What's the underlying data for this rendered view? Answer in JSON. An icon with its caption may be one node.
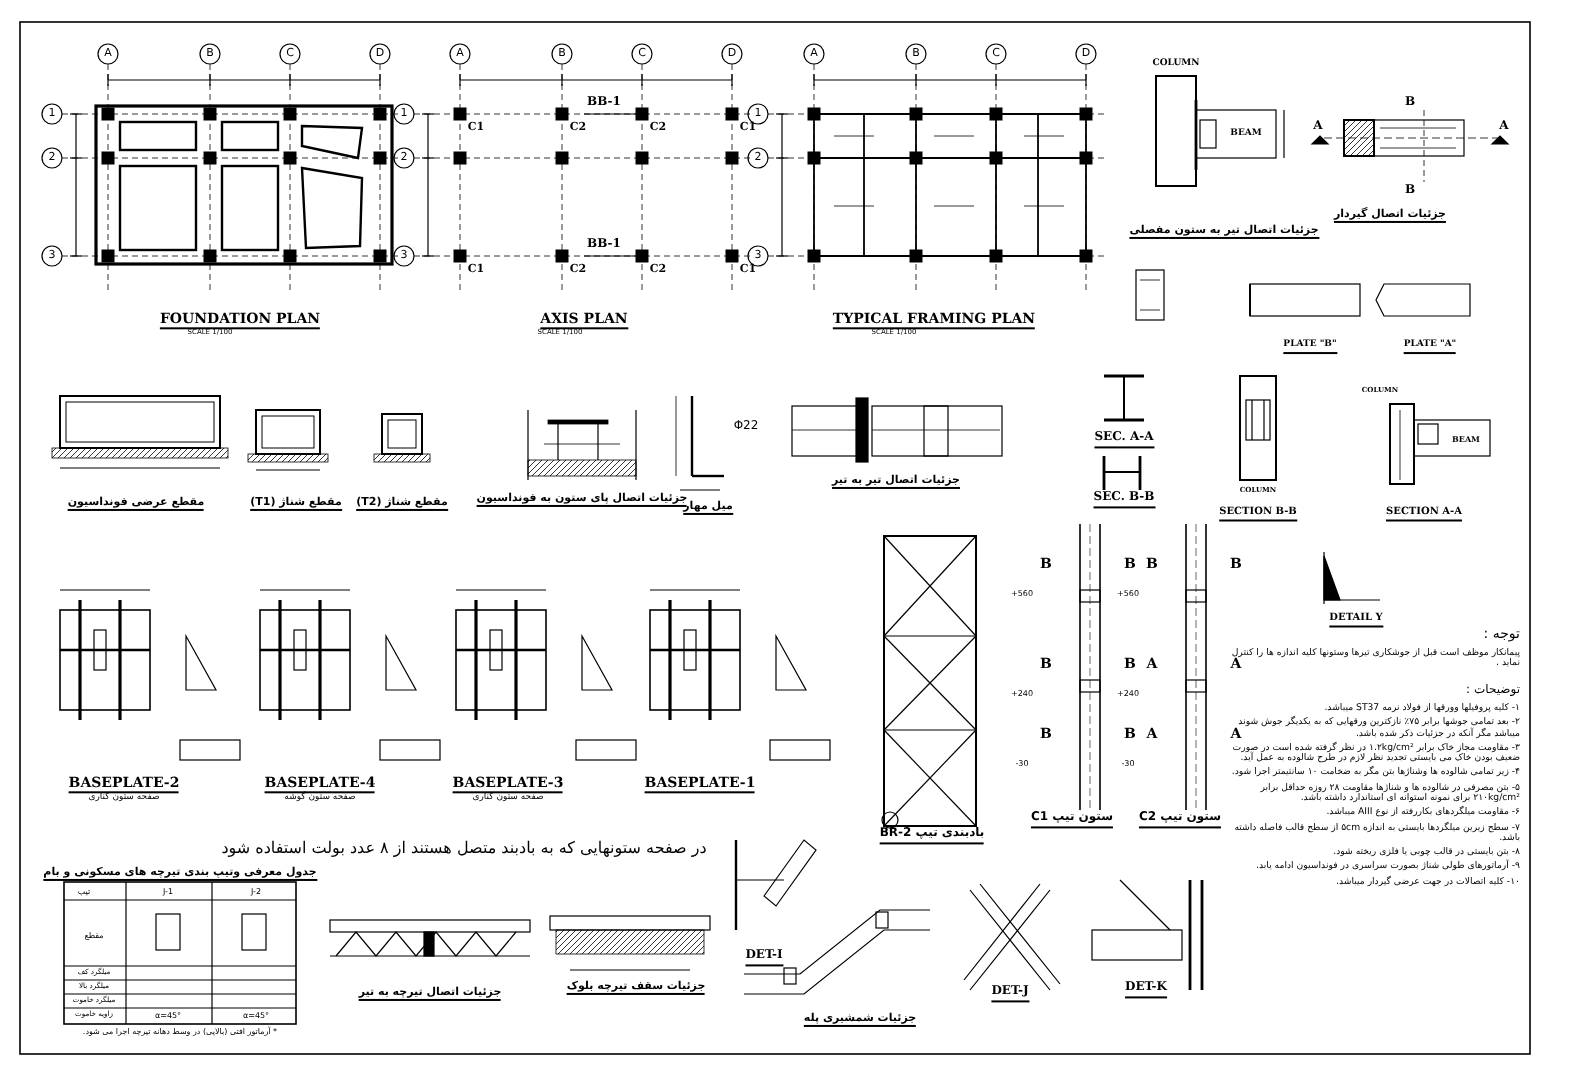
{
  "diagram": {
    "labels": [
      "A",
      "B",
      "C",
      "D",
      "1",
      "2",
      "3",
      "A",
      "B",
      "C",
      "D",
      "1",
      "2",
      "3",
      "BB-1",
      "BB-1",
      "C1",
      "C2",
      "C2",
      "C1",
      "C1",
      "C2",
      "C2",
      "C1",
      "A",
      "B",
      "C",
      "D",
      "1",
      "2",
      "3",
      "FOUNDATION PLAN",
      "SCALE 1/100",
      "AXIS PLAN",
      "SCALE 1/100",
      "TYPICAL FRAMING PLAN",
      "SCALE 1/100",
      "COLUMN",
      "BEAM",
      "A",
      "A",
      "B",
      "B",
      "جزئیات اتصال تیر به ستون مفصلی",
      "جزئیات اتصال گیردار",
      "PLATE \"B\"",
      "PLATE \"A\"",
      "SEC. A-A",
      "SEC. B-B",
      "COLUMN",
      "SECTION B-B",
      "COLUMN",
      "BEAM",
      "SECTION A-A",
      "مقطع عرضی فونداسیون",
      "مقطع شناژ (T1)",
      "مقطع شناژ (T2)",
      "جزئیات اتصال پای ستون به فونداسیون",
      "Φ22",
      "میل مهار",
      "جزئیات اتصال تیر به تیر",
      "DETAIL Y",
      "BASEPLATE-2",
      "صفحه ستون کناری",
      "BASEPLATE-4",
      "صفحه ستون گوشه",
      "BASEPLATE-3",
      "صفحه ستون کناری",
      "BASEPLATE-1",
      "بادبندی تیپ BR-2",
      "B",
      "B",
      "+560",
      "B",
      "B",
      "+240",
      "B",
      "B",
      "-30",
      "B",
      "B",
      "+560",
      "A",
      "A",
      "+240",
      "A",
      "A",
      "-30",
      "ستون تیپ C1",
      "ستون تیپ C2",
      "توجه :",
      "پیمانکار موظف است قبل از جوشکاری تیرها وستونها کلیه اندازه ها را کنترل نماید .",
      "توضیحات :",
      "۱- کلیه پروفیلها وورقها از فولاد نرمه ST37 میباشد.",
      "۲- بعد تمامی جوشها برابر ۷۵٪ نازکترین ورقهایی که به یکدیگر جوش شوند میباشد مگر آنکه در جزئیات ذکر شده باشد.",
      "۳- مقاومت مجاز خاک برابر ۱.۲kg/cm² در نظر گرفته شده است در صورت ضعیف بودن خاک می بایستی تجدید نظر لازم در طرح شالوده به عمل آید.",
      "۴- زیر تمامی شالوده ها وشناژها بتن مگر به ضخامت ۱۰ سانتیمتر اجرا شود.",
      "۵- بتن مصرفی در شالوده ها و شناژها مقاومت ۲۸ روزه حداقل برابر ۲۱۰kg/cm² برای نمونه استوانه ای استاندارد داشته باشد.",
      "۶- مقاومت میلگردهای بکاررفته از نوع AIII میباشد.",
      "۷- سطح زیرین میلگردها بایستی به اندازه ۵cm از سطح قالب فاصله داشته باشد.",
      "۸- بتن بایستی در قالب چوبی یا فلزی ریخته شود.",
      "۹- آرماتورهای طولی شناژ بصورت سراسری در فونداسیون ادامه یابد.",
      "۱۰- کلیه اتصالات در جهت عرضی گیردار میباشد.",
      "در صفحه ستونهایی که به بادبند متصل هستند از ۸ عدد بولت استفاده شود",
      "جدول معرفی وتیپ بندی تیرچه های مسکونی و بام",
      "تیپ",
      "J-1",
      "J-2",
      "مقطع",
      "میلگرد کف",
      "میلگرد بالا",
      "میلگرد خاموت",
      "زاویه خاموت",
      "α=45°",
      "α=45°",
      "* آرماتور افتی (بالایی) در وسط دهانه تیرچه اجرا می شود.",
      "جزئیات اتصال تیرچه به تیر",
      "جزئیات سقف تیرچه بلوک",
      "DET-I",
      "جزئیات شمشیری پله",
      "DET-J",
      "DET-K"
    ]
  }
}
